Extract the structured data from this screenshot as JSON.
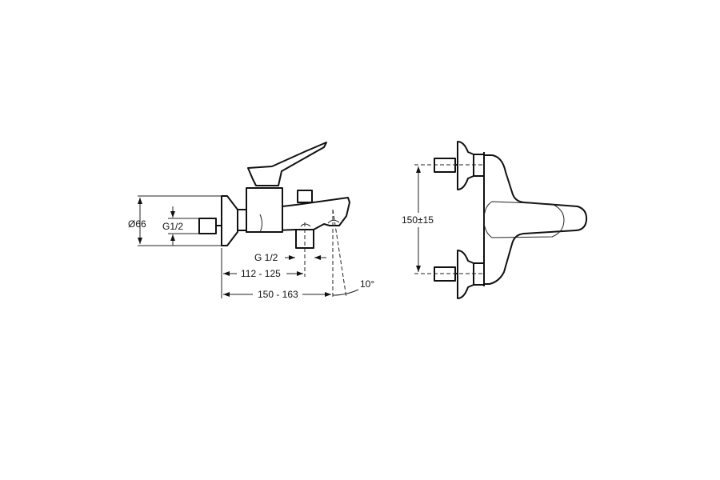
{
  "side_view": {
    "dim_diameter": "Ø66",
    "dim_inlet_thread": "G1/2",
    "dim_outlet_thread": "G 1/2",
    "dim_outlet_distance": "112 - 125",
    "dim_spout_reach": "150 - 163",
    "dim_spout_angle": "10°"
  },
  "front_view": {
    "dim_inlet_spacing": "150±15"
  }
}
